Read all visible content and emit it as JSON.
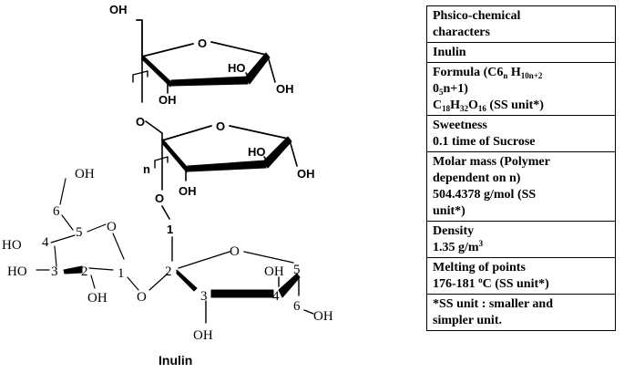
{
  "structure": {
    "caption": "Inulin",
    "top_ring": {
      "oh_top": "OH",
      "o_ring": "O",
      "ho_right": "HO",
      "oh_bottom": "OH",
      "oh_end": "OH"
    },
    "linker_o": "O",
    "middle_ring": {
      "o_ring": "O",
      "ho_right": "HO",
      "oh_bottom": "OH",
      "oh_end": "OH",
      "repeat_label": "n"
    },
    "o_link": "O",
    "bond_number": "1",
    "pyranose": {
      "oh_top": "OH",
      "c6": "6",
      "c5": "5",
      "o_ring": "O",
      "ho_c4": "HO",
      "c4": "4",
      "ho_c3": "HO",
      "c3": "3",
      "c2": "2",
      "oh_c2": "OH",
      "c1": "1",
      "o_glyco": "O"
    },
    "furanose": {
      "c2": "2",
      "o_ring": "O",
      "c5": "5",
      "c3": "3",
      "c4": "4",
      "oh_c4": "OH",
      "oh_c3": "OH",
      "c6": "6",
      "oh_c6": "OH"
    }
  },
  "table": {
    "rows": [
      {
        "lines": [
          "Phsico-chemical",
          "characters"
        ]
      },
      {
        "lines": [
          "Inulin"
        ]
      },
      {
        "formula_prefix": "Formula (C6",
        "formula_sub1": "n",
        "formula_mid": " H",
        "formula_sub2": "10n+2",
        "formula_line2_pre": "0",
        "formula_sub3": "5",
        "formula_line2_post": "n+1)",
        "c_letter": "C",
        "c_sub": "18",
        "h_letter": "H",
        "h_sub": "32",
        "o_letter": "O",
        "o_sub": "16",
        "ss_tail": " (SS unit*)"
      },
      {
        "lines": [
          "Sweetness",
          "0.1 time of Sucrose"
        ]
      },
      {
        "lines": [
          "Molar mass (Polymer",
          "dependent on n)",
          "504.4378 g/mol (SS",
          "unit*)"
        ]
      },
      {
        "label": "Density",
        "value": "1.35 g/m",
        "value_sup": "3"
      },
      {
        "label": "Melting of points",
        "value_pre": "176-181 ",
        "value_sup": "o",
        "value_post": "C (SS unit*)"
      },
      {
        "lines": [
          "*SS unit : smaller and",
          "simpler unit."
        ]
      }
    ]
  }
}
